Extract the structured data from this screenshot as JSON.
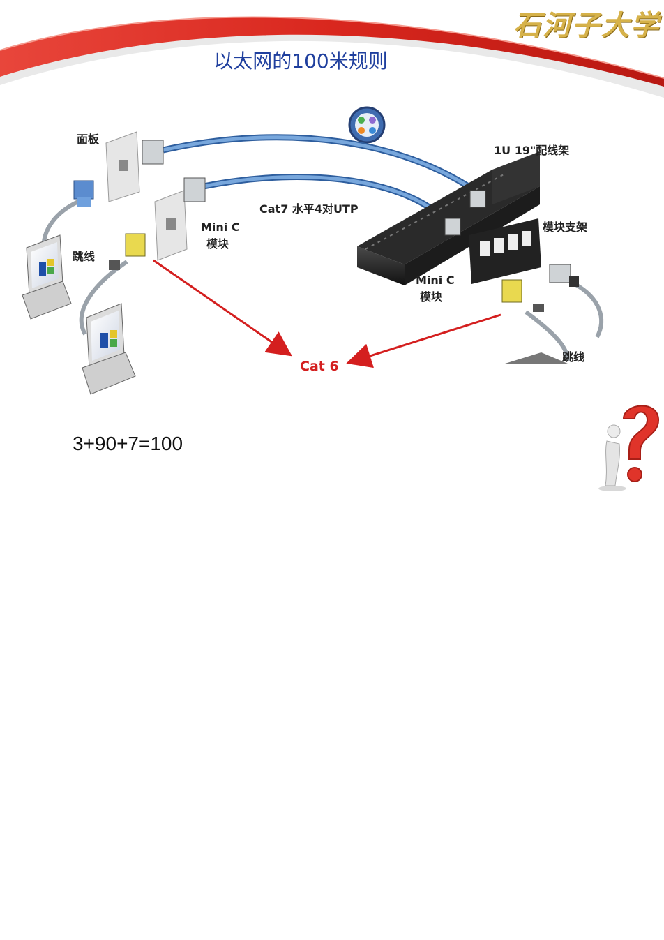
{
  "header": {
    "logo_text": "石河子大学",
    "title": "以太网的100米规则",
    "colors": {
      "swoosh_red": "#d9271e",
      "title_blue": "#1f3f9e",
      "logo_gold": "#d6b24a"
    }
  },
  "diagram": {
    "labels": {
      "faceplate": "面板",
      "patch_cord_left": "跳线",
      "mini_c_left_line1": "Mini C",
      "mini_c_left_line2": "模块",
      "cable": "Cat7 水平4对UTP",
      "patch_panel": "1U 19\"配线架",
      "module_bracket": "模块支架",
      "mini_c_right_line1": "Mini C",
      "mini_c_right_line2": "模块",
      "patch_cord_right": "跳线",
      "cat6": "Cat 6"
    },
    "colors": {
      "cable_blue": "#4f86c6",
      "arrow_red": "#d41f1f"
    }
  },
  "formula": "3+90+7=100",
  "icons": [
    "question-mark-icon",
    "computer-icon",
    "rj45-plug-icon"
  ]
}
